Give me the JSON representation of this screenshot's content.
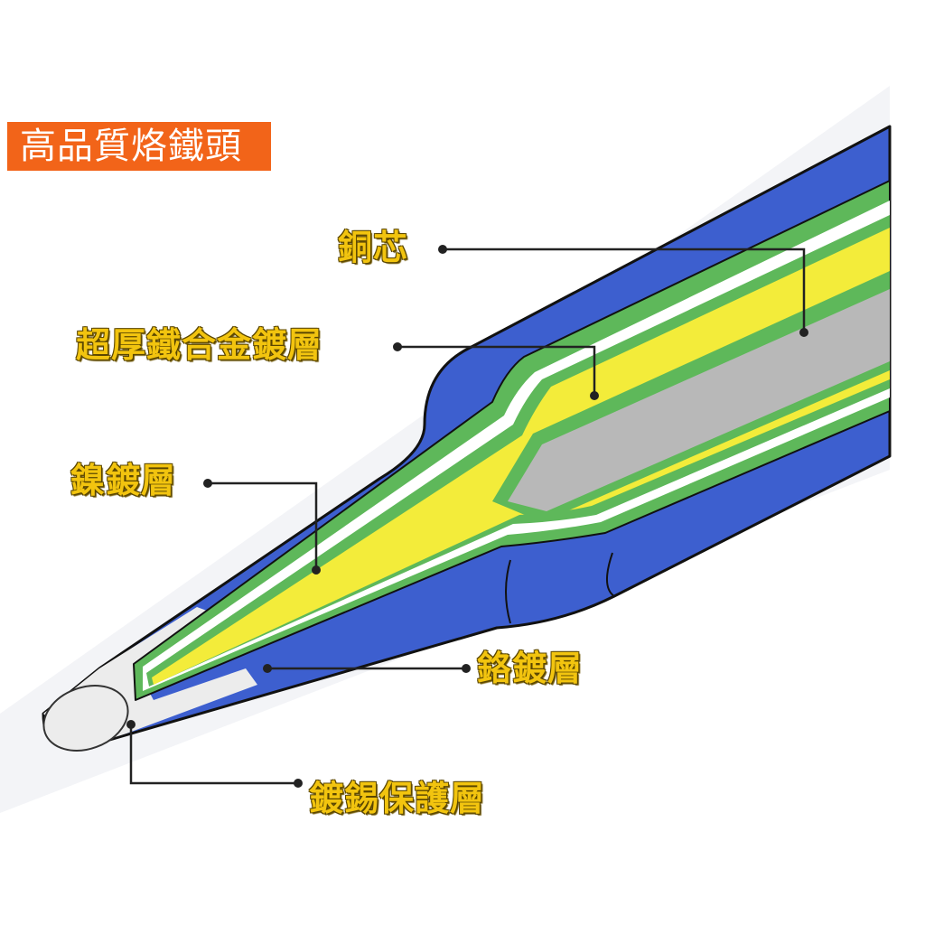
{
  "title": "高品質烙鐵頭",
  "colors": {
    "banner": "#f26419",
    "label_text": "#f2c40f",
    "iron_plating": "#3d5fcf",
    "nickel_plating": "#ffffff",
    "chrome_plating": "#5eb85a",
    "iron_alloy_plating": "#f3ec3a",
    "copper_core": "#b8b8b8",
    "tin_plating": "#ececec"
  },
  "layers": [
    {
      "id": "copper-core",
      "label": "銅芯"
    },
    {
      "id": "iron-alloy",
      "label": "超厚鐵合金鍍層"
    },
    {
      "id": "nickel",
      "label": "鎳鍍層"
    },
    {
      "id": "chrome",
      "label": "鉻鍍層"
    },
    {
      "id": "tin",
      "label": "鍍錫保護層"
    }
  ]
}
